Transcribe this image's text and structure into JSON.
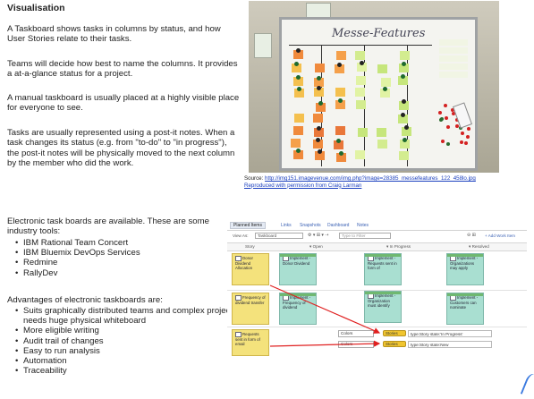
{
  "heading": "Visualisation",
  "paragraphs": [
    "A Taskboard shows tasks in columns by status, and how User Stories relate to their tasks.",
    "Teams will decide how best to name the columns. It provides a at-a-glance status for a project.",
    "A manual taskboard is usually placed at a highly visible place for everyone to see.",
    "Tasks are usually represented using a post-it notes. When a task changes its status (e.g. from \"to-do\" to \"in progress\"), the post-it notes will be physically moved to the next column by the member who did the work."
  ],
  "tools_intro": "Electronic task boards are available.  These are some industry tools:",
  "tools": [
    "IBM Rational Team Concert",
    "IBM Bluemix DevOps Services",
    "Redmine",
    "RallyDev"
  ],
  "advantages_intro": "Advantages of electronic taskboards are:",
  "advantages": [
    "Suits graphically distributed teams and complex projects that needs huge physical whiteboard",
    "More eligible writing",
    "Audit trail of changes",
    "Easy to run analysis",
    "Automation",
    "Traceability"
  ],
  "photo": {
    "board_title": "Messe-Features"
  },
  "caption": {
    "source_label": "Source: ",
    "source_url": "http://img151.imagevenue.com/img.php?image=28385_messefeatures_122_458lo.jpg",
    "credit": "Reproduced with permission from Craig Larman"
  },
  "taskboard": {
    "tabs": [
      "Planned Items",
      "Links",
      "Snapshots",
      "Dashboard",
      "Notes"
    ],
    "view_as_label": "View As:",
    "view_as_value": "Taskboard",
    "filter_placeholder": "Type to Filter",
    "add_item_label": "Add Work Item",
    "columns": [
      "Story",
      "Open",
      "In Progress",
      "Resolved"
    ],
    "rows": [
      {
        "story": "Donor Dividend Allocation",
        "open": "Implement - Donor Dividend",
        "in_progress": "Implement - Requests sent in form of",
        "resolved": "Implement - Organizations may apply"
      },
      {
        "story": "Frequency of dividend transfer",
        "open": "Implement - Frequency of dividend",
        "in_progress": "Implement - Organization must identify",
        "resolved": "Implement - Customers can nominate"
      },
      {
        "story": "Requests sent in form of email"
      }
    ],
    "rules": [
      {
        "attribute": "Colors",
        "type": "Stories",
        "query": "type:Story state:'In Progress'"
      },
      {
        "attribute": "Colors",
        "type": "Stories",
        "query": "type:Story state:New"
      }
    ]
  },
  "colors": {
    "story_card": "#f4e27c",
    "task_card": "#a9dfd1",
    "arrow": "#e02020",
    "link": "#1a3fbf"
  }
}
